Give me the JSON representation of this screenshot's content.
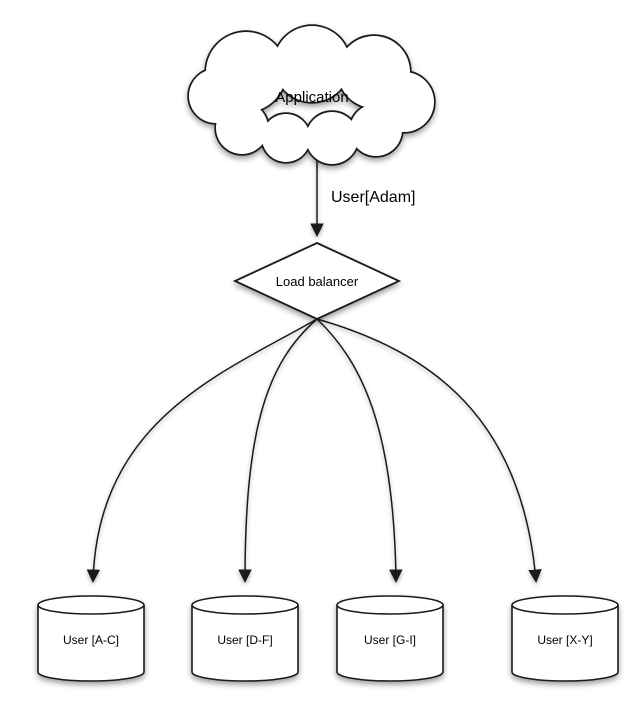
{
  "diagram": {
    "type": "sharding-architecture-flowchart",
    "cloud": {
      "label": "Application"
    },
    "edge_app_to_lb": {
      "label": "User[Adam]"
    },
    "load_balancer": {
      "label": "Load balancer"
    },
    "shards": [
      {
        "label": "User [A-C]"
      },
      {
        "label": "User [D-F]"
      },
      {
        "label": "User [G-I]"
      },
      {
        "label": "User [X-Y]"
      }
    ],
    "colors": {
      "stroke": "#1a1a1a",
      "fill": "#ffffff",
      "text": "#000000",
      "background": "#ffffff"
    }
  }
}
